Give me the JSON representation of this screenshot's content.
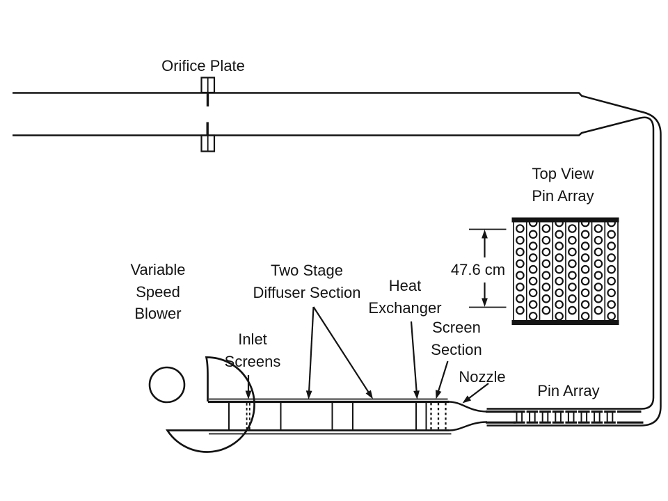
{
  "labels": {
    "orifice_plate": "Orifice Plate",
    "top_view_pin_array": "Top View\nPin Array",
    "dimension_value": "47.6 cm",
    "variable_speed_blower": "Variable\nSpeed\nBlower",
    "inlet_screens": "Inlet\nScreens",
    "two_stage_diffuser": "Two Stage\nDiffuser Section",
    "heat_exchanger": "Heat\nExchanger",
    "screen_section": "Screen\nSection",
    "nozzle": "Nozzle",
    "pin_array": "Pin Array"
  },
  "colors": {
    "line": "#141414",
    "background": "#ffffff"
  },
  "pin_array_top_view": {
    "columns": 8,
    "circles_even_column": 8,
    "circles_odd_column": 9
  },
  "pin_array_side_view": {
    "pin_count": 8
  },
  "screens": {
    "inlet_screen_lines": 2,
    "screen_section_lines": 3
  }
}
